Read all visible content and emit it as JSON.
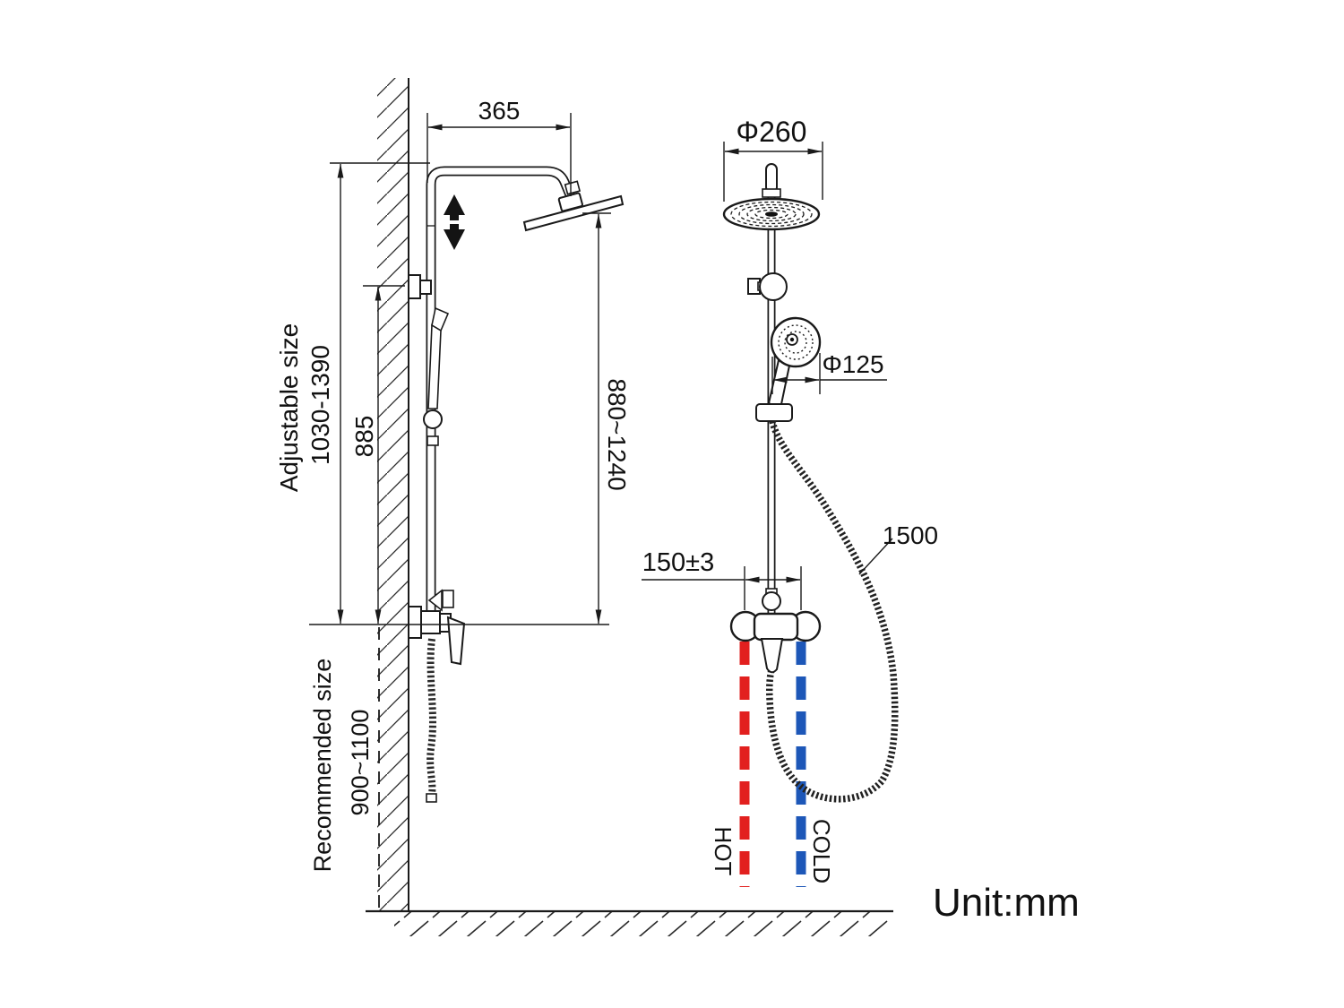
{
  "diagram": {
    "unit_note": "Unit:mm",
    "left_view": {
      "arm_reach": "365",
      "adjustable_label": "Adjustable size",
      "adjustable_range": "1030-1390",
      "bracket_height": "885",
      "head_to_valve_range": "880~1240",
      "recommended_label": "Recommended size",
      "recommended_range": "900~1100"
    },
    "right_view": {
      "head_diameter": "Φ260",
      "hand_shower_diameter": "Φ125",
      "inlet_spacing": "150±3",
      "hose_length": "1500",
      "hot_label": "HOT",
      "cold_label": "COLD"
    },
    "colors": {
      "hot": "#e2201f",
      "cold": "#1d57b8",
      "line": "#1a1a1a"
    }
  }
}
